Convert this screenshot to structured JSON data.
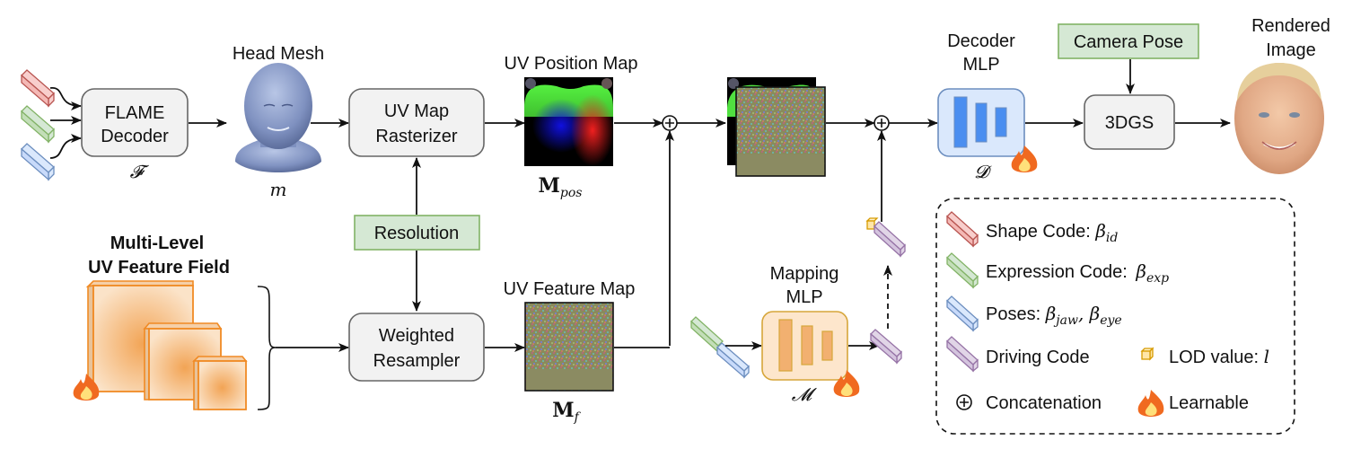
{
  "blocks": {
    "flame_decoder": {
      "line1": "FLAME",
      "line2": "Decoder",
      "symbol": "𝓕"
    },
    "head_mesh": {
      "title": "Head Mesh",
      "symbol": "m"
    },
    "uv_map_rasterizer": {
      "line1": "UV Map",
      "line2": "Rasterizer"
    },
    "uv_position_map": {
      "title": "UV Position Map",
      "symbol": "M",
      "subscript": "pos"
    },
    "resolution": {
      "label": "Resolution"
    },
    "feature_field": {
      "line1": "Multi-Level",
      "line2": "UV Feature Field"
    },
    "weighted_resampler": {
      "line1": "Weighted",
      "line2": "Resampler"
    },
    "uv_feature_map": {
      "title": "UV Feature Map",
      "symbol": "M",
      "subscript": "f"
    },
    "decoder_mlp": {
      "line1": "Decoder",
      "line2": "MLP",
      "symbol": "𝓓"
    },
    "mapping_mlp": {
      "line1": "Mapping",
      "line2": "MLP",
      "symbol": "𝓜"
    },
    "camera_pose": {
      "label": "Camera Pose"
    },
    "three_dgs": {
      "label": "3DGS"
    },
    "rendered_image": {
      "line1": "Rendered",
      "line2": "Image"
    }
  },
  "legend": {
    "shape_code": {
      "label": "Shape Code: ",
      "math": "β",
      "sub": "id",
      "color": "#b85450"
    },
    "expression_code": {
      "label": "Expression Code: ",
      "math": "β",
      "sub": "exp",
      "color": "#82b366"
    },
    "poses": {
      "label": "Poses: ",
      "math1": "β",
      "sub1": "jaw",
      "math2": "β",
      "sub2": "eye",
      "color": "#6c8ebf"
    },
    "driving_code": {
      "label": "Driving Code",
      "color": "#9673a6"
    },
    "lod_value": {
      "label": "LOD value: ",
      "math": "l",
      "color": "#d79b00"
    },
    "concatenation": {
      "label": "Concatenation",
      "icon": "⊕"
    },
    "learnable": {
      "label": "Learnable",
      "icon": "fire"
    }
  },
  "colors": {
    "decoder_fill": "#dae8fc",
    "decoder_bar": "#4a8ef0",
    "mapping_fill": "#fde6cc",
    "mapping_bar": "#f2b070",
    "feature_field_edge": "#f08a24"
  }
}
